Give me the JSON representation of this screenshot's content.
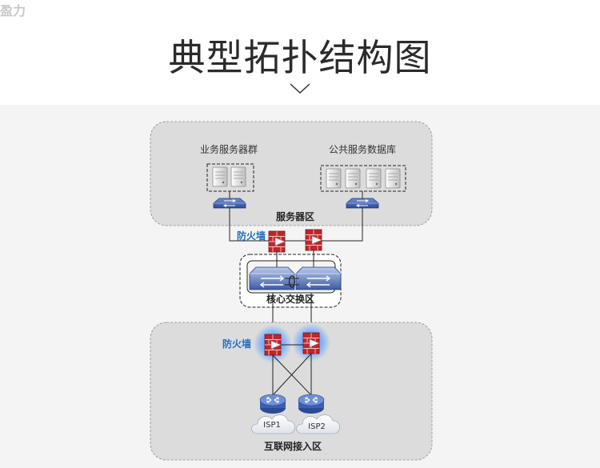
{
  "brand": "盈力",
  "title": "典型拓扑结构图",
  "colors": {
    "zone_fill": "#dcdcdc",
    "zone_stroke": "#8a8a8a",
    "firewall": "#c0262b",
    "switch": "#3c5fae",
    "router": "#3c5fae",
    "firewall_label": "#1f6fc2",
    "link": "#222222"
  },
  "diagram": {
    "server_zone": {
      "label": "服务器区",
      "groups": [
        {
          "label": "业务服务器群",
          "server_count": 2
        },
        {
          "label": "公共服务数据库",
          "server_count": 4
        }
      ]
    },
    "firewall_top": {
      "label": "防火墙",
      "count": 2,
      "icon": "firewall-icon"
    },
    "core_zone": {
      "label": "核心交换区",
      "switch_count": 2,
      "icon": "core-switch-icon"
    },
    "internet_zone": {
      "label": "互联网接入区",
      "firewall_label": "防火墙",
      "isps": [
        "ISP1",
        "ISP2"
      ],
      "router_icon": "router-icon",
      "cloud_icon": "cloud-icon"
    }
  }
}
